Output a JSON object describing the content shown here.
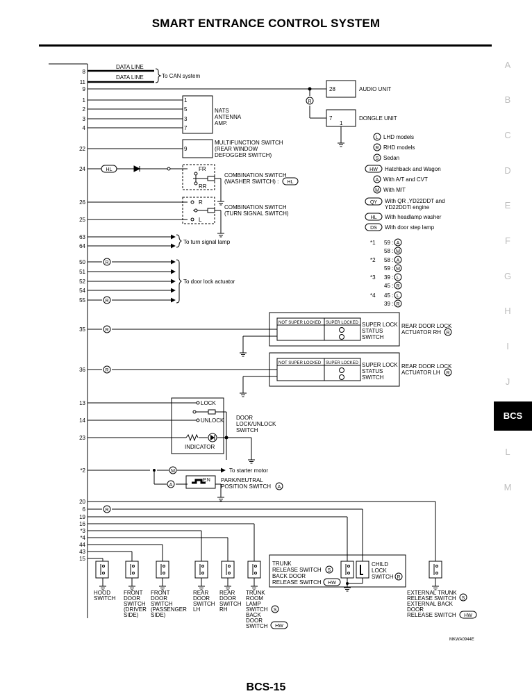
{
  "header": {
    "title": "SMART ENTRANCE CONTROL SYSTEM"
  },
  "footer": {
    "page": "BCS-15",
    "figure_code": "MKWA0944E"
  },
  "side_tabs": [
    "A",
    "B",
    "C",
    "D",
    "E",
    "F",
    "G",
    "H",
    "I",
    "J",
    "BCS",
    "L",
    "M"
  ],
  "active_tab": "BCS",
  "terminals": {
    "t8": "8",
    "t11": "11",
    "t9": "9",
    "t1": "1",
    "t2": "2",
    "t3": "3",
    "t4": "4",
    "t22": "22",
    "t24": "24",
    "t26": "26",
    "t25": "25",
    "t63": "63",
    "t64": "64",
    "t50": "50",
    "t51": "51",
    "t52": "52",
    "t54": "54",
    "t55": "55",
    "t35": "35",
    "t36": "36",
    "t13": "13",
    "t14": "14",
    "t23": "23",
    "s2": "*2",
    "b20": "20",
    "b6": "6",
    "b19": "19",
    "b16": "16",
    "b3": "*3",
    "b4": "*4",
    "b44": "44",
    "b43": "43",
    "b15": "15"
  },
  "labels": {
    "data_line": "DATA LINE",
    "to_can": "To CAN system",
    "audio_unit": "AUDIO UNIT",
    "audio_pin": "28",
    "dongle_unit": "DONGLE UNIT",
    "dongle_pin7": "7",
    "dongle_pin1": "1",
    "nats": [
      "NATS",
      "ANTENNA",
      "AMP."
    ],
    "nats_pins": [
      "1",
      "5",
      "3",
      "7"
    ],
    "mfs": [
      "MULTIFUNCTION SWITCH",
      "(REAR WINDOW",
      "DEFOGGER SWITCH)"
    ],
    "mfs_pin": "9",
    "fr": "FR",
    "rr": "RR",
    "comb_washer": [
      "COMBINATION SWITCH",
      "(WASHER SWITCH) :"
    ],
    "r": "R",
    "l": "L",
    "comb_turn": [
      "COMBINATION SWITCH",
      "(TURN SIGNAL SWITCH)"
    ],
    "to_turn": "To turn signal lamp",
    "to_door_lock": "To door lock actuator",
    "not_super": "NOT SUPER LOCKED",
    "super": "SUPER LOCKED",
    "super_status": [
      "SUPER LOCK",
      "STATUS",
      "SWITCH"
    ],
    "rear_rh": [
      "REAR DOOR LOCK",
      "ACTUATOR RH"
    ],
    "rear_lh": [
      "REAR DOOR LOCK",
      "ACTUATOR LH"
    ],
    "lock": "LOCK",
    "unlock": "UNLOCK",
    "door_lock_sw": [
      "DOOR",
      "LOCK/UNLOCK",
      "SWITCH"
    ],
    "indicator": "INDICATOR",
    "to_starter": "To starter motor",
    "pn": "P,N",
    "pnp": [
      "PARK/NEUTRAL",
      "POSITION SWITCH"
    ],
    "trunk_rel": [
      "TRUNK",
      "RELEASE SWITCH",
      "BACK DOOR",
      "RELEASE SWITCH"
    ],
    "child_lock": [
      "CHILD",
      "LOCK",
      "SWITCH"
    ],
    "hood": [
      "HOOD",
      "SWITCH"
    ],
    "front_drv": [
      "FRONT",
      "DOOR",
      "SWITCH",
      "(DRIVER",
      "SIDE)"
    ],
    "front_pass": [
      "FRONT",
      "DOOR",
      "SWITCH",
      "(PASSENGER",
      "SIDE)"
    ],
    "rear_lh_sw": [
      "REAR",
      "DOOR",
      "SWITCH",
      "LH"
    ],
    "rear_rh_sw": [
      "REAR",
      "DOOR",
      "SWITCH",
      "RH"
    ],
    "trunk_room": [
      "TRUNK",
      "ROOM",
      "LAMP",
      "SWITCH",
      "BACK",
      "DOOR",
      "SWITCH"
    ],
    "ext_trunk": [
      "EXTERNAL TRUNK",
      "RELEASE SWITCH",
      "EXTERNAL BACK",
      "DOOR",
      "RELEASE SWITCH"
    ]
  },
  "codes": {
    "L": "L",
    "R": "R",
    "S": "S",
    "HW": "HW",
    "A": "A",
    "M": "M",
    "QY": "QY",
    "HL": "HL",
    "DS": "DS"
  },
  "legend": [
    {
      "code": "L",
      "text": "LHD models"
    },
    {
      "code": "R",
      "text": "RHD models"
    },
    {
      "code": "S",
      "text": "Sedan"
    },
    {
      "code": "HW",
      "text": "Hatchback and Wagon"
    },
    {
      "code": "A",
      "text": "With A/T and CVT"
    },
    {
      "code": "M",
      "text": "With M/T"
    },
    {
      "code": "QY",
      "text": "With QR ,YD22DDT and",
      "text2": "YD22DDTi engine"
    },
    {
      "code": "HL",
      "text": "With headlamp washer"
    },
    {
      "code": "DS",
      "text": "With door step lamp"
    }
  ],
  "notes": [
    {
      "mark": "*1",
      "rows": [
        {
          "pin": "59",
          "code": "A"
        },
        {
          "pin": "58",
          "code": "M"
        }
      ]
    },
    {
      "mark": "*2",
      "rows": [
        {
          "pin": "58",
          "code": "A"
        },
        {
          "pin": "59",
          "code": "M"
        }
      ]
    },
    {
      "mark": "*3",
      "rows": [
        {
          "pin": "39",
          "code": "L"
        },
        {
          "pin": "45",
          "code": "R"
        }
      ]
    },
    {
      "mark": "*4",
      "rows": [
        {
          "pin": "45",
          "code": "L"
        },
        {
          "pin": "39",
          "code": "R"
        }
      ]
    }
  ]
}
